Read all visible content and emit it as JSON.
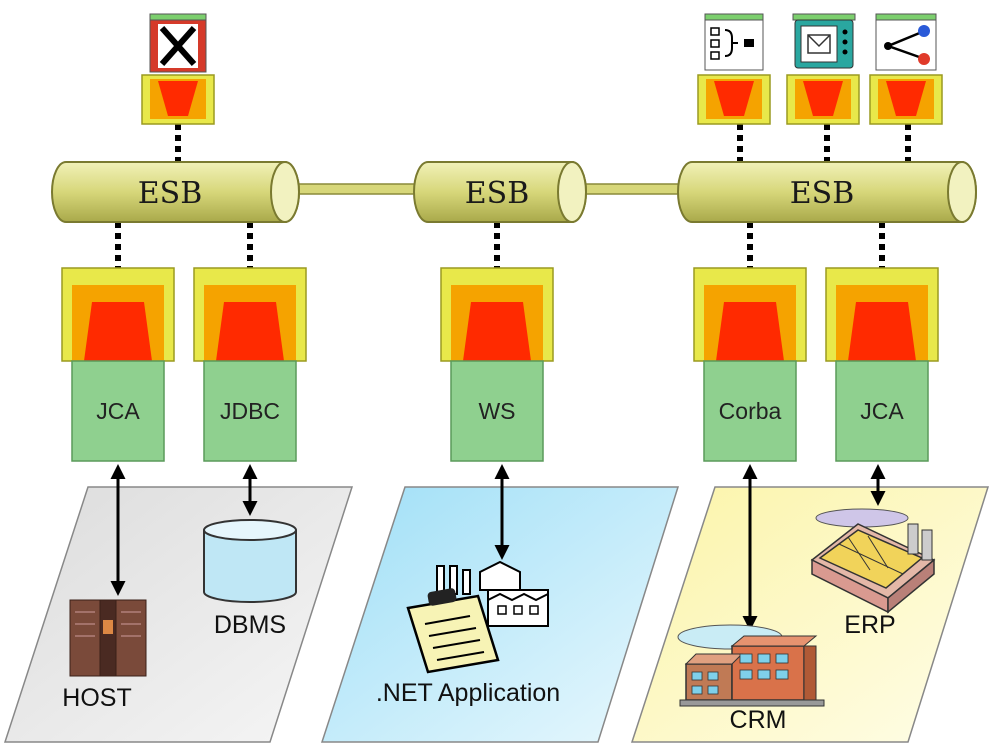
{
  "bus_segments": [
    {
      "label": "ESB"
    },
    {
      "label": "ESB"
    },
    {
      "label": "ESB"
    }
  ],
  "adapters": [
    {
      "label": "JCA"
    },
    {
      "label": "JDBC"
    },
    {
      "label": "WS"
    },
    {
      "label": "Corba"
    },
    {
      "label": "JCA"
    }
  ],
  "systems": [
    {
      "label": "HOST"
    },
    {
      "label": "DBMS"
    },
    {
      "label": ".NET Application"
    },
    {
      "label": "CRM"
    },
    {
      "label": "ERP"
    }
  ],
  "service_icons": [
    {
      "icon": "cross-process-icon"
    },
    {
      "icon": "fork-process-icon"
    },
    {
      "icon": "message-terminal-icon"
    },
    {
      "icon": "routing-nodes-icon"
    }
  ],
  "colors": {
    "bus_fill": "#d7d77a",
    "connector_outer": "#e8e84a",
    "connector_inner": "#f5a300",
    "connector_core": "#ff2a00",
    "adapter_green": "#8fd08f",
    "zone_gray": "#e8e8e8",
    "zone_blue": "#bfe9f8",
    "zone_yellow": "#fbf7c4"
  }
}
